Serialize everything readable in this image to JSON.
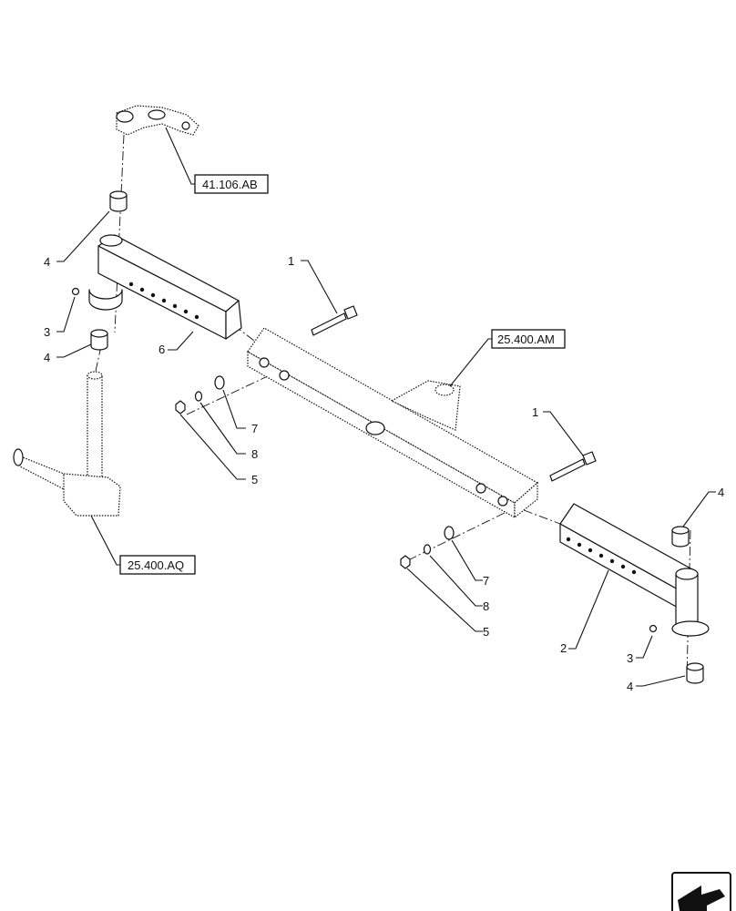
{
  "callouts": [
    "1",
    "1",
    "2",
    "3",
    "3",
    "4",
    "4",
    "4",
    "4",
    "5",
    "5",
    "6",
    "7",
    "7",
    "8",
    "8"
  ],
  "references": {
    "steering_arm": "41.106.AB",
    "axle_mount": "25.400.AM",
    "spindle": "25.400.AQ"
  },
  "icons": {
    "navigation": "next-page-arrow-icon"
  }
}
